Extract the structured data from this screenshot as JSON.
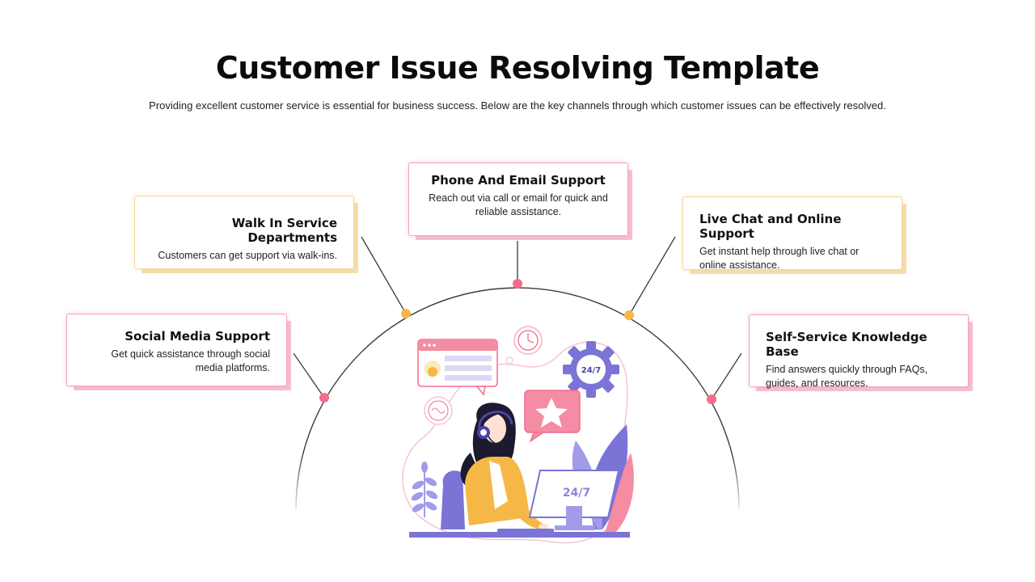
{
  "title": "Customer Issue Resolving Template",
  "subtitle": "Providing excellent customer service is essential for business success. Below are the key channels through which customer issues can be effectively resolved.",
  "colors": {
    "pink": "#f26d8b",
    "yellow": "#f5b846",
    "purple": "#7b74d6",
    "line": "#3a3a3a"
  },
  "cards": {
    "walk_in": {
      "title": "Walk In Service Departments",
      "text": "Customers can get support via walk-ins."
    },
    "phone": {
      "title": "Phone And Email Support",
      "text": "Reach out via call or email for quick and reliable assistance."
    },
    "live_chat": {
      "title": "Live Chat and Online Support",
      "text": "Get instant help through live chat or online assistance."
    },
    "social": {
      "title": "Social Media Support",
      "text": "Get quick assistance through social media platforms."
    },
    "self_service": {
      "title": "Self-Service Knowledge Base",
      "text": "Find answers quickly through FAQs, guides, and resources."
    }
  },
  "illustration": {
    "gear_label": "24/7",
    "monitor_label": "24/7"
  }
}
